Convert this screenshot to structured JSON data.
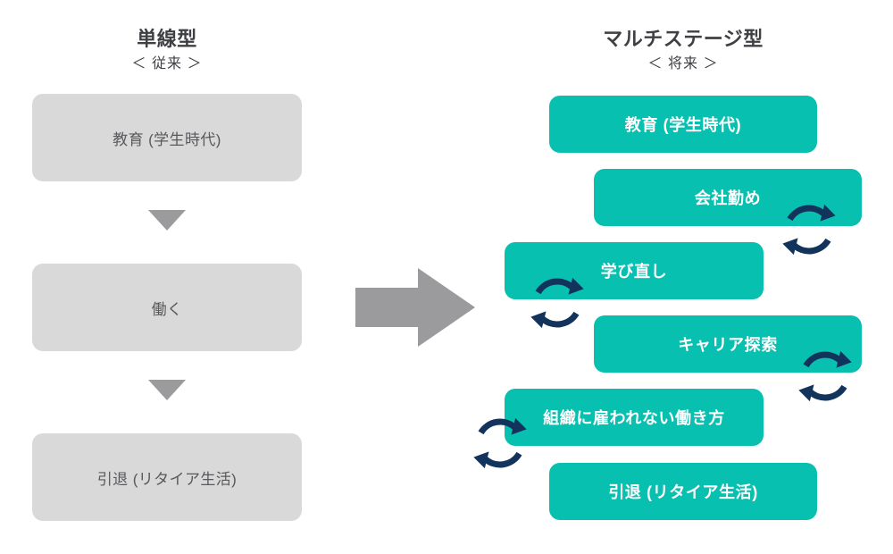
{
  "diagram": {
    "title_left": "単線型",
    "title_right": "マルチステージ型",
    "colors": {
      "teal": "#08c0b0",
      "gray_box": "#d9d9d9",
      "gray_text": "#58595c",
      "navy_arrow": "#12345c",
      "big_arrow": "#9b9b9e",
      "heading_text": "#3f4044"
    }
  },
  "left_column": {
    "heading": {
      "main": "単線型",
      "sub": "＜ 従来 ＞"
    },
    "stages": [
      {
        "label": "教育 (学生時代)"
      },
      {
        "label": "働く"
      },
      {
        "label": "引退 (リタイア生活)"
      }
    ],
    "connectors": [
      {
        "icon": "triangle-down-icon"
      },
      {
        "icon": "triangle-down-icon"
      }
    ]
  },
  "center": {
    "arrow": {
      "icon": "arrow-right-icon",
      "direction": "right"
    }
  },
  "right_column": {
    "heading": {
      "main": "マルチステージ型",
      "sub": "＜ 将来 ＞"
    },
    "stages": [
      {
        "label": "教育 (学生時代)",
        "cycle": "none"
      },
      {
        "label": "会社勤め",
        "cycle": "right"
      },
      {
        "label": "学び直し",
        "cycle": "left"
      },
      {
        "label": "キャリア探索",
        "cycle": "right"
      },
      {
        "label": "組織に雇われない働き方",
        "cycle": "left"
      },
      {
        "label": "引退 (リタイア生活)",
        "cycle": "none"
      }
    ],
    "cycle_icon_name": "cycle-arrows-icon"
  }
}
